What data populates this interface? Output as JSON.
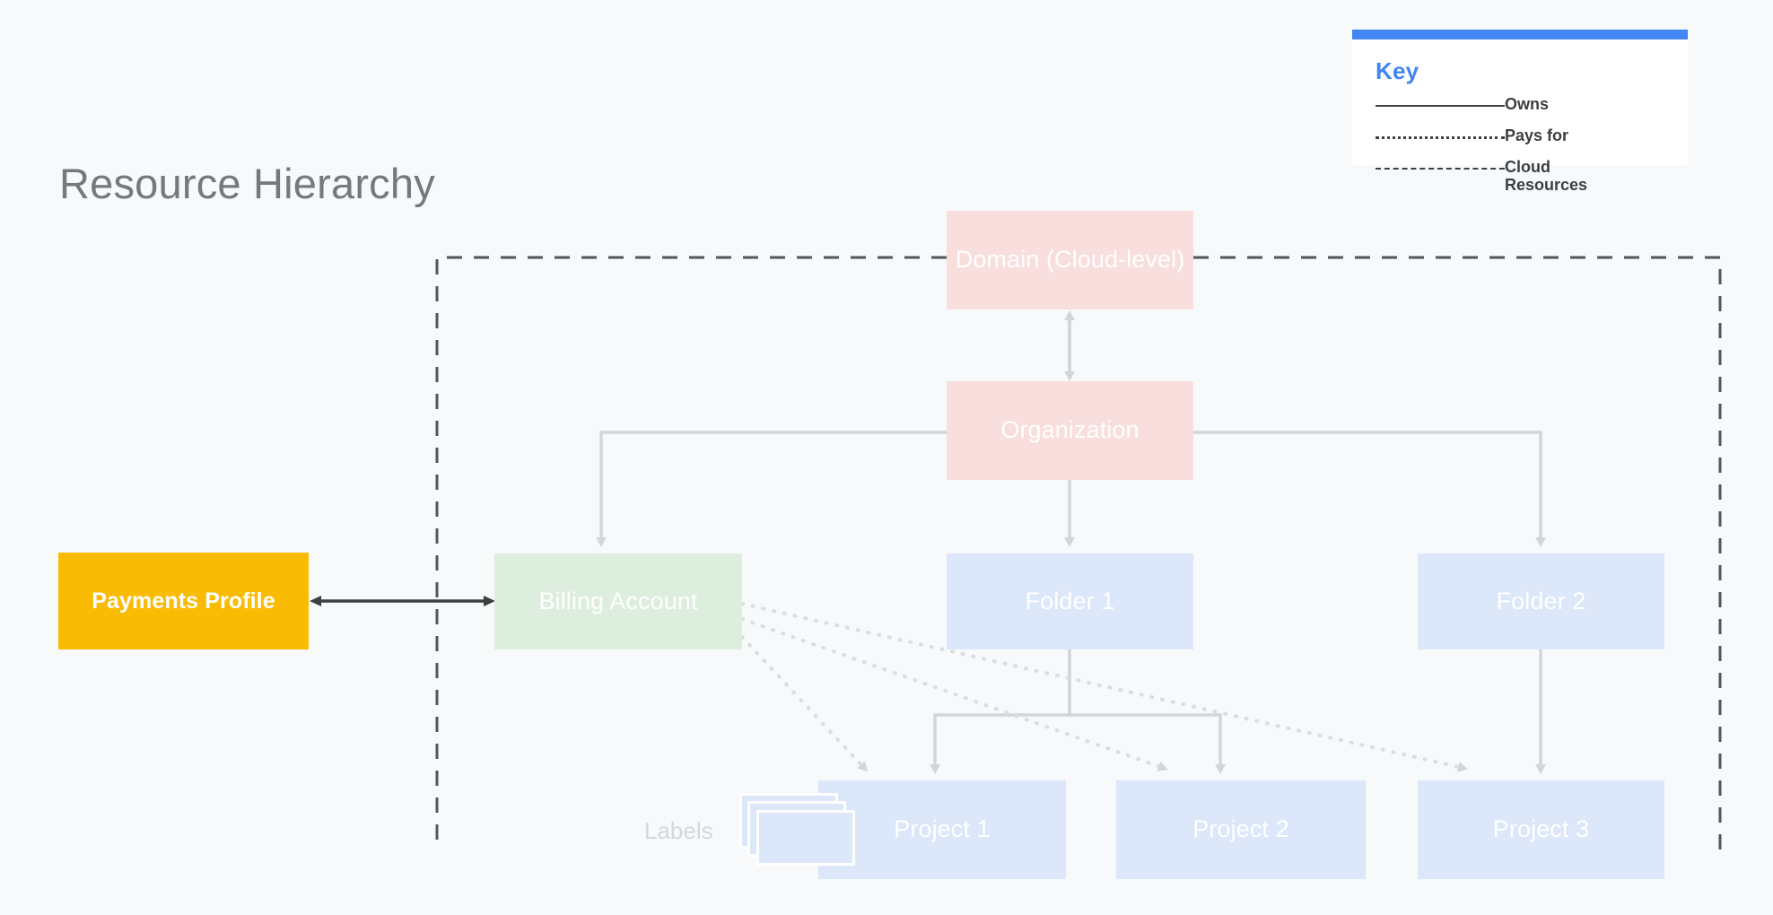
{
  "page": {
    "title": "Resource Hierarchy",
    "background_color": "#F7F9FA"
  },
  "key": {
    "heading": "Key",
    "accent_color": "#4285F4",
    "rows": [
      {
        "style": "solid",
        "label": "Owns"
      },
      {
        "style": "dotted",
        "label": "Pays for"
      },
      {
        "style": "dashed",
        "label": "Cloud Resources"
      }
    ]
  },
  "nodes": {
    "domain": {
      "label": "Domain (Cloud-level)",
      "color": "#F8DEDD"
    },
    "organization": {
      "label": "Organization",
      "color": "#F8DEDD"
    },
    "billing": {
      "label": "Billing Account",
      "color": "#DDEDDE"
    },
    "folder1": {
      "label": "Folder 1",
      "color": "#DCE7FA"
    },
    "folder2": {
      "label": "Folder 2",
      "color": "#DCE7FA"
    },
    "project1": {
      "label": "Project 1",
      "color": "#DCE7FA"
    },
    "project2": {
      "label": "Project 2",
      "color": "#DCE7FA"
    },
    "project3": {
      "label": "Project 3",
      "color": "#DCE7FA"
    },
    "payments": {
      "label": "Payments Profile",
      "color": "#FABB05"
    }
  },
  "annotations": {
    "labels": "Labels"
  },
  "edges": {
    "owns": [
      {
        "from": "organization",
        "to": "billing"
      },
      {
        "from": "organization",
        "to": "folder1"
      },
      {
        "from": "organization",
        "to": "folder2"
      },
      {
        "from": "folder1",
        "to": "project1"
      },
      {
        "from": "folder1",
        "to": "project2"
      },
      {
        "from": "folder2",
        "to": "project3"
      },
      {
        "from": "domain",
        "to": "organization",
        "bidirectional": true
      },
      {
        "from": "payments",
        "to": "billing",
        "bidirectional": true
      }
    ],
    "pays_for": [
      {
        "from": "billing",
        "to": "project1"
      },
      {
        "from": "billing",
        "to": "project2"
      },
      {
        "from": "billing",
        "to": "project3"
      }
    ],
    "cloud_resources_boundary": "dashed rectangle enclosing Domain, Organization, Billing Account, Folders and Projects"
  }
}
